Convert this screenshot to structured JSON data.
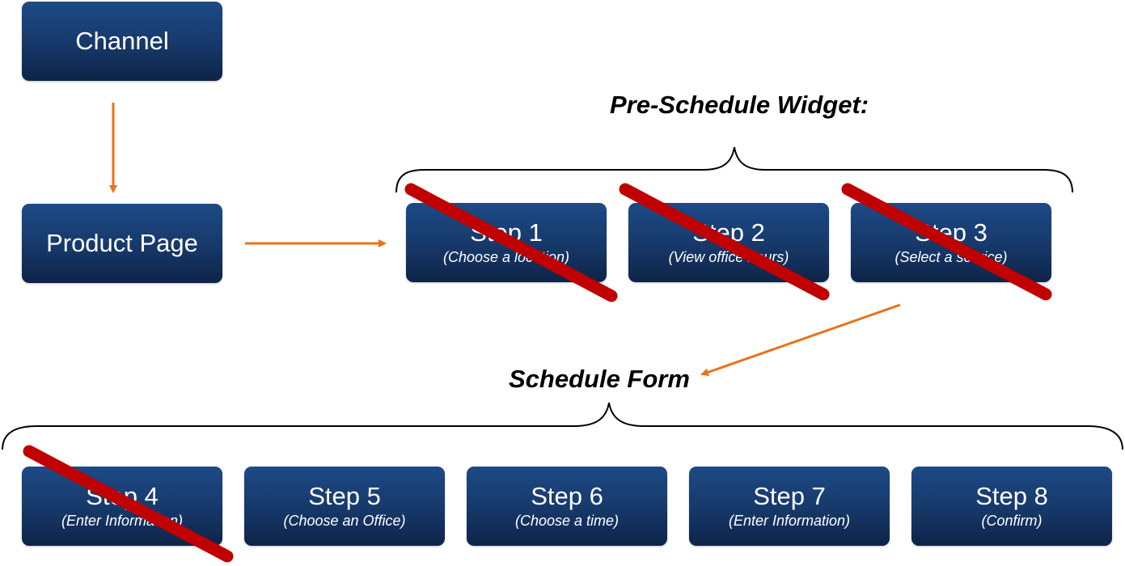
{
  "channel": "Channel",
  "product_page": "Product Page",
  "pre_schedule_title": "Pre-Schedule Widget:",
  "schedule_form_title": "Schedule Form",
  "steps": [
    {
      "title": "Step 1",
      "sub": "(Choose a location)",
      "crossed": true
    },
    {
      "title": "Step 2",
      "sub": "(View office hours)",
      "crossed": true
    },
    {
      "title": "Step 3",
      "sub": "(Select a service)",
      "crossed": true
    },
    {
      "title": "Step 4",
      "sub": "(Enter Information)",
      "crossed": true
    },
    {
      "title": "Step 5",
      "sub": "(Choose an Office)",
      "crossed": false
    },
    {
      "title": "Step 6",
      "sub": "(Choose a time)",
      "crossed": false
    },
    {
      "title": "Step 7",
      "sub": "(Enter Information)",
      "crossed": false
    },
    {
      "title": "Step 8",
      "sub": "(Confirm)",
      "crossed": false
    }
  ],
  "colors": {
    "box": "#173a6c",
    "arrow": "#e8731a",
    "cross": "#c00000"
  }
}
